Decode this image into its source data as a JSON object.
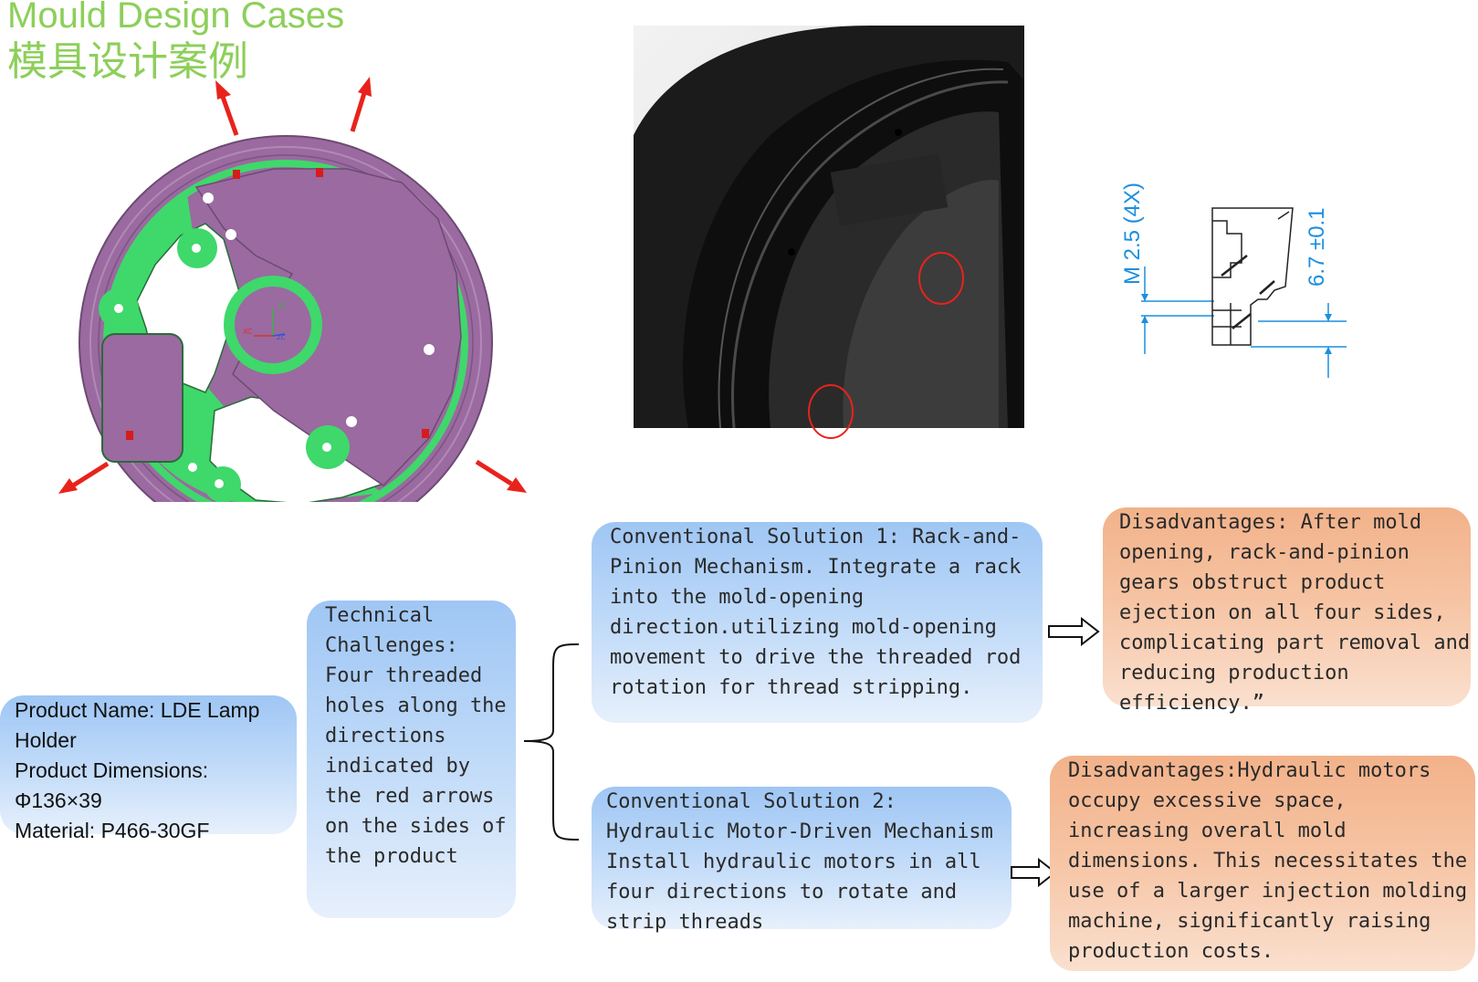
{
  "title": {
    "en": "Mould Design Cases",
    "cn": "模具设计案例"
  },
  "colors": {
    "title": "#8dcf5a",
    "arrow": "#e8231c",
    "part_purple": "#9a6aa0",
    "part_green": "#3fd86a",
    "dimension_blue": "#1a8fe0",
    "box_blue": "#bcd8f8",
    "box_orange": "#f6c3a2"
  },
  "drawing": {
    "axis_labels": [
      "YC",
      "XC",
      "ZC"
    ],
    "dim_thread": "M 2.5 (4X)",
    "dim_height": "6.7 ±0.1"
  },
  "product": {
    "name": "Product Name: LDE Lamp Holder",
    "dimensions": "Product Dimensions: Φ136×39",
    "material": "Material: P466-30GF"
  },
  "challenges": {
    "text": "Technical Challenges: Four threaded holes along the directions indicated by the red arrows on the sides of the product"
  },
  "solution1": {
    "text": "Conventional Solution 1: Rack-and-Pinion Mechanism. Integrate a rack into the mold-opening direction.utilizing mold-opening movement to drive the threaded rod rotation for thread stripping."
  },
  "solution2": {
    "text": "Conventional Solution 2: Hydraulic Motor-Driven Mechanism Install hydraulic motors in all four directions to rotate and strip threads"
  },
  "disadvantage1": {
    "text": "Disadvantages: After mold opening, rack-and-pinion gears obstruct product ejection on all four sides, complicating part removal and reducing production efficiency.”"
  },
  "disadvantage2": {
    "text": "Disadvantages:Hydraulic motors occupy excessive space, increasing overall mold dimensions. This necessitates the use of a larger injection molding machine, significantly raising production costs."
  },
  "icons": [
    "red-arrow-icon",
    "brace-icon",
    "hollow-right-arrow-icon",
    "red-circle-marker-icon"
  ]
}
